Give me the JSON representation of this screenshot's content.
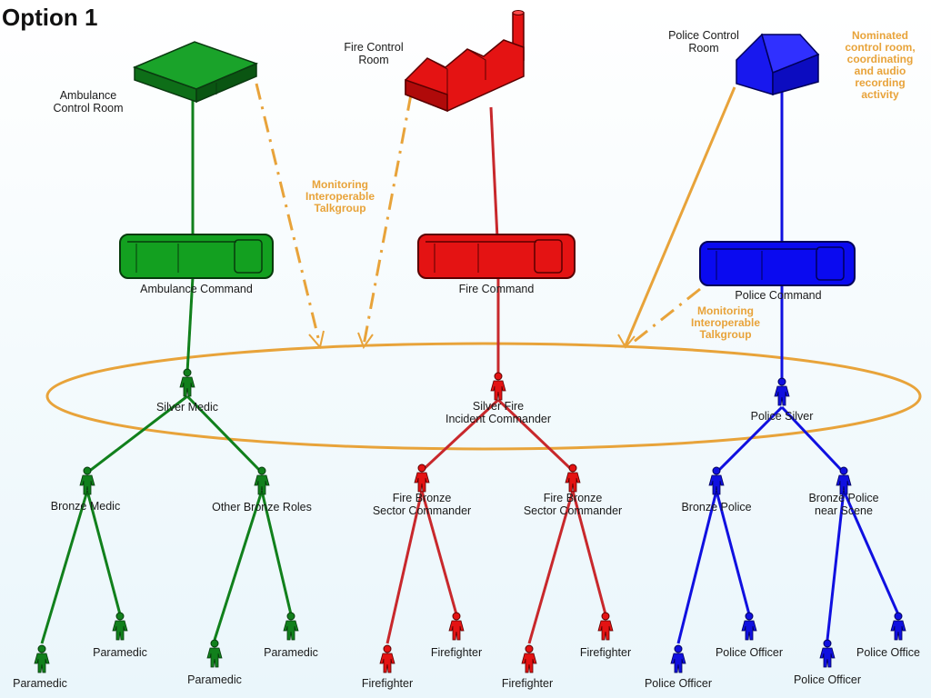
{
  "title": "Option 1",
  "colors": {
    "ambulance": "#11801c",
    "fire": "#e41313",
    "police": "#1010e0",
    "interop": "#e8a33a",
    "background": "#f3fbff"
  },
  "control_rooms": {
    "ambulance": {
      "label": "Ambulance\nControl Room",
      "icon": "building-icon"
    },
    "fire": {
      "label": "Fire Control\nRoom",
      "icon": "factory-icon"
    },
    "police": {
      "label": "Police Control\nRoom",
      "icon": "house-icon"
    }
  },
  "nominated_note": "Nominated\ncontrol room,\ncoordinating\nand audio\nrecording\nactivity",
  "talkgroup_notes": {
    "left": "Monitoring\nInteroperable\nTalkgroup",
    "right": "Monitoring\nInteroperable\nTalkgroup"
  },
  "commands": {
    "ambulance": "Ambulance  Command",
    "fire": "Fire Command",
    "police": "Police  Command"
  },
  "silver": {
    "ambulance": "Silver Medic",
    "fire": "Silver Fire\nIncident Commander",
    "police": "Police Silver"
  },
  "bronze": {
    "ambulance_1": "Bronze Medic",
    "ambulance_2": "Other Bronze Roles",
    "fire_1": "Fire Bronze\nSector Commander",
    "fire_2": "Fire Bronze\nSector Commander",
    "police_1": "Bronze Police",
    "police_2": "Bronze Police\nnear Scene"
  },
  "field": {
    "a1": "Paramedic",
    "a2": "Paramedic",
    "a3": "Paramedic",
    "a4": "Paramedic",
    "f1": "Firefighter",
    "f2": "Firefighter",
    "f3": "Firefighter",
    "f4": "Firefighter",
    "p1": "Police Officer",
    "p2": "Police Officer",
    "p3": "Police Officer",
    "p4": "Police Office"
  }
}
